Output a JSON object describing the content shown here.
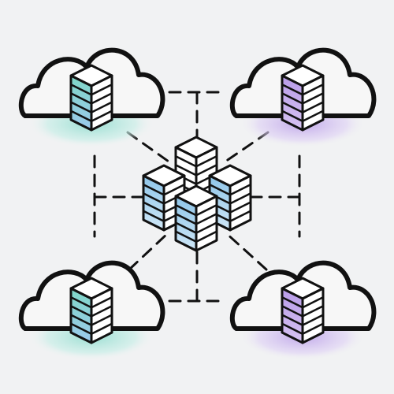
{
  "colors": {
    "background": "#f1f2f3",
    "stroke": "#111111",
    "teal": "#6fd0bf",
    "teal_glow": "#c9eee6",
    "blue": "#8ec5e9",
    "violet": "#b69ae6",
    "violet_glow": "#d8c8f3",
    "cloud_fill": "#f7f7f7"
  },
  "icons": {
    "cloud": "cloud-icon",
    "server_stack": "server-stack-icon",
    "connector": "dashed-connector"
  },
  "nodes": [
    {
      "name": "cloud-node-top-left",
      "accent": "teal"
    },
    {
      "name": "cloud-node-top-right",
      "accent": "violet"
    },
    {
      "name": "cloud-node-bottom-left",
      "accent": "teal"
    },
    {
      "name": "cloud-node-bottom-right",
      "accent": "violet"
    }
  ],
  "hub": {
    "name": "central-server-cluster",
    "server_count": 4
  }
}
